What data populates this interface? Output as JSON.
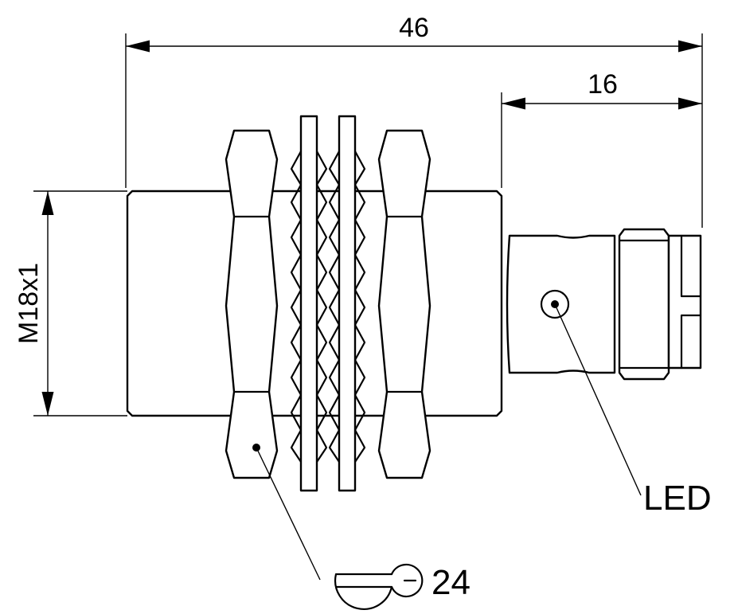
{
  "dimensions": {
    "overall_length": "46",
    "connector_length": "16",
    "thread": "M18x1"
  },
  "callouts": {
    "led": "LED",
    "wrench_size": "24"
  },
  "icons": {
    "wrench": "open-end-wrench-icon"
  },
  "colors": {
    "line": "#000000",
    "background": "#ffffff"
  }
}
